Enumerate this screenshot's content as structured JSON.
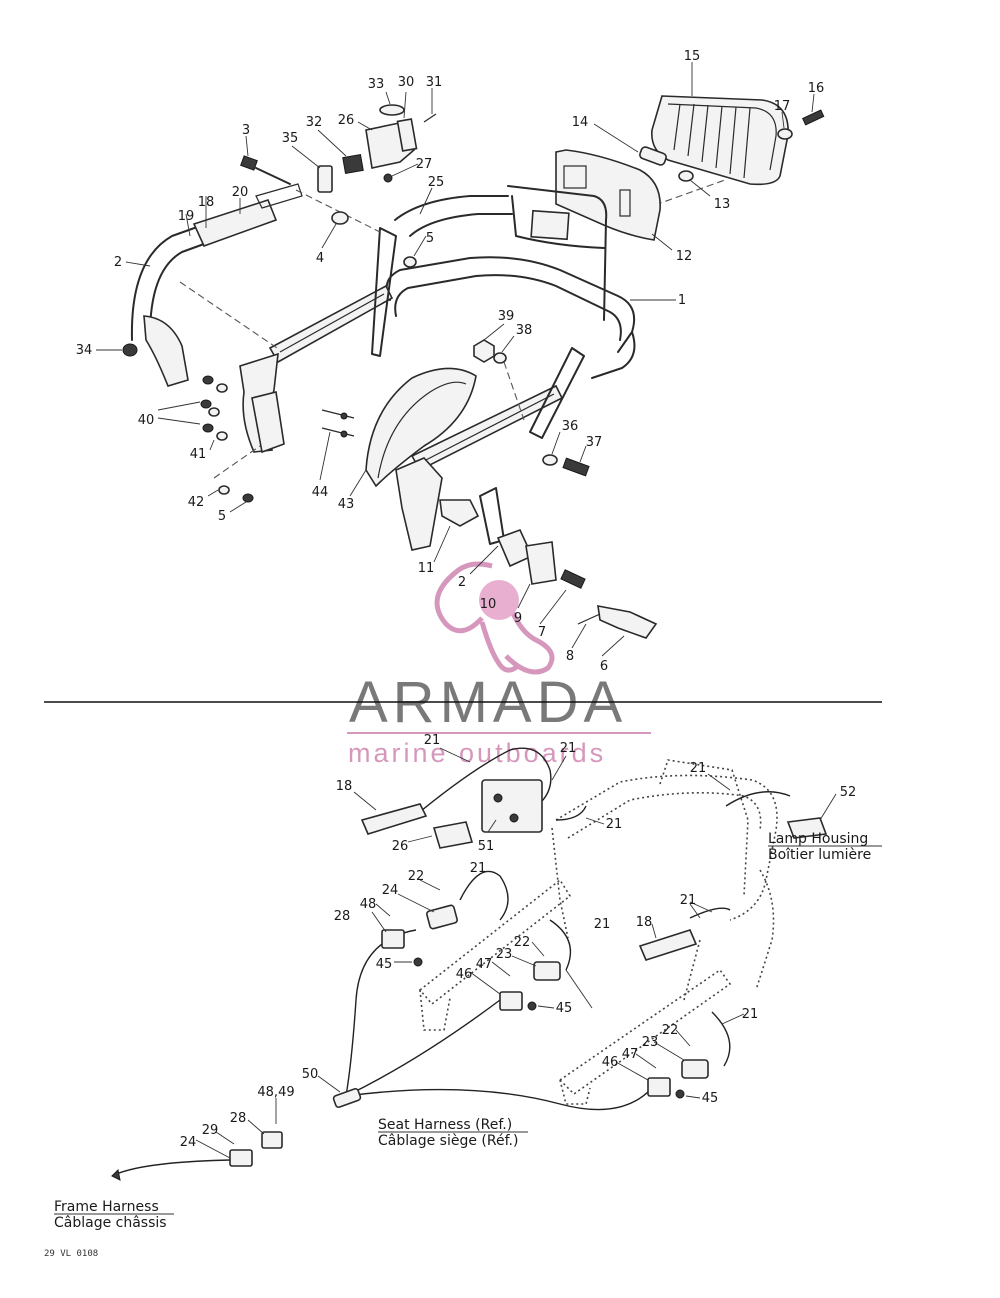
{
  "diagram": {
    "callouts": [
      {
        "id": "c15",
        "text": "15"
      },
      {
        "id": "c16",
        "text": "16"
      },
      {
        "id": "c17",
        "text": "17"
      },
      {
        "id": "c14",
        "text": "14"
      },
      {
        "id": "c13",
        "text": "13"
      },
      {
        "id": "c12",
        "text": "12"
      },
      {
        "id": "c1",
        "text": "1"
      },
      {
        "id": "c33",
        "text": "33"
      },
      {
        "id": "c30",
        "text": "30"
      },
      {
        "id": "c31",
        "text": "31"
      },
      {
        "id": "c32",
        "text": "32"
      },
      {
        "id": "c26a",
        "text": "26"
      },
      {
        "id": "c27",
        "text": "27"
      },
      {
        "id": "c35",
        "text": "35"
      },
      {
        "id": "c3",
        "text": "3"
      },
      {
        "id": "c25",
        "text": "25"
      },
      {
        "id": "c5a",
        "text": "5"
      },
      {
        "id": "c4",
        "text": "4"
      },
      {
        "id": "c20a",
        "text": "20"
      },
      {
        "id": "c18a",
        "text": "18"
      },
      {
        "id": "c19",
        "text": "19"
      },
      {
        "id": "c2a",
        "text": "2"
      },
      {
        "id": "c34",
        "text": "34"
      },
      {
        "id": "c40",
        "text": "40"
      },
      {
        "id": "c41",
        "text": "41"
      },
      {
        "id": "c42",
        "text": "42"
      },
      {
        "id": "c5b",
        "text": "5"
      },
      {
        "id": "c39",
        "text": "39"
      },
      {
        "id": "c38",
        "text": "38"
      },
      {
        "id": "c36",
        "text": "36"
      },
      {
        "id": "c37",
        "text": "37"
      },
      {
        "id": "c44",
        "text": "44"
      },
      {
        "id": "c43",
        "text": "43"
      },
      {
        "id": "c11",
        "text": "11"
      },
      {
        "id": "c2b",
        "text": "2"
      },
      {
        "id": "c10",
        "text": "10"
      },
      {
        "id": "c9",
        "text": "9"
      },
      {
        "id": "c7",
        "text": "7"
      },
      {
        "id": "c8",
        "text": "8"
      },
      {
        "id": "c6",
        "text": "6"
      },
      {
        "id": "c21a",
        "text": "21"
      },
      {
        "id": "c21b",
        "text": "21"
      },
      {
        "id": "c21c",
        "text": "21"
      },
      {
        "id": "c21d",
        "text": "21"
      },
      {
        "id": "c21e",
        "text": "21"
      },
      {
        "id": "c21f",
        "text": "21"
      },
      {
        "id": "c21g",
        "text": "21"
      },
      {
        "id": "c21h",
        "text": "21"
      },
      {
        "id": "c18b",
        "text": "18"
      },
      {
        "id": "c26b",
        "text": "26"
      },
      {
        "id": "c51",
        "text": "51"
      },
      {
        "id": "c52",
        "text": "52"
      },
      {
        "id": "c18c",
        "text": "18"
      },
      {
        "id": "c22a",
        "text": "22"
      },
      {
        "id": "c24a",
        "text": "24"
      },
      {
        "id": "c48",
        "text": "48"
      },
      {
        "id": "c28a",
        "text": "28"
      },
      {
        "id": "c45a",
        "text": "45"
      },
      {
        "id": "c22b",
        "text": "22"
      },
      {
        "id": "c23a",
        "text": "23"
      },
      {
        "id": "c47a",
        "text": "47"
      },
      {
        "id": "c46a",
        "text": "46"
      },
      {
        "id": "c45b",
        "text": "45"
      },
      {
        "id": "c22c",
        "text": "22"
      },
      {
        "id": "c23b",
        "text": "23"
      },
      {
        "id": "c47b",
        "text": "47"
      },
      {
        "id": "c46b",
        "text": "46"
      },
      {
        "id": "c45c",
        "text": "45"
      },
      {
        "id": "c50",
        "text": "50"
      },
      {
        "id": "c4849",
        "text": "48,49"
      },
      {
        "id": "c28b",
        "text": "28"
      },
      {
        "id": "c29",
        "text": "29"
      },
      {
        "id": "c24b",
        "text": "24"
      }
    ],
    "captions": {
      "lamp_en": "Lamp Housing",
      "lamp_fr": "Boîtier lumière",
      "seat_en": "Seat Harness (Ref.)",
      "seat_fr": "Câblage siège (Réf.)",
      "frame_en": "Frame Harness",
      "frame_fr": "Câblage châssis"
    },
    "figure_code": "29 VL 0108"
  },
  "watermark": {
    "brand": "ARMADA",
    "tagline": "marine outboards",
    "logo": "propeller-logo",
    "color_brand": "#6e6e6e",
    "color_accent": "#d38fb7"
  }
}
